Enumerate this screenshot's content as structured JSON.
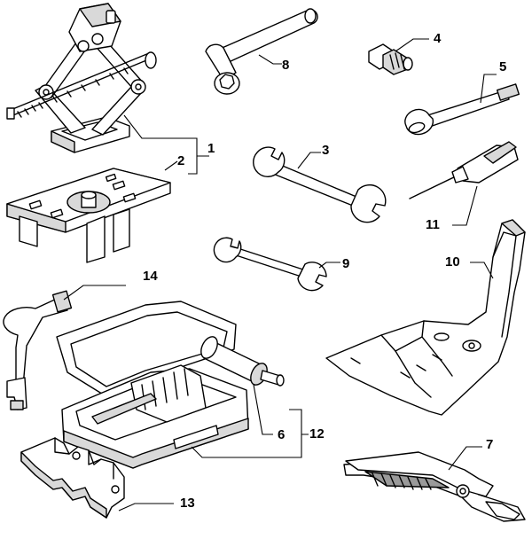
{
  "diagram": {
    "callouts": [
      {
        "id": "1",
        "label": "1"
      },
      {
        "id": "2",
        "label": "2"
      },
      {
        "id": "3",
        "label": "3"
      },
      {
        "id": "4",
        "label": "4"
      },
      {
        "id": "5",
        "label": "5"
      },
      {
        "id": "6",
        "label": "6"
      },
      {
        "id": "7",
        "label": "7"
      },
      {
        "id": "8",
        "label": "8"
      },
      {
        "id": "9",
        "label": "9"
      },
      {
        "id": "10",
        "label": "10"
      },
      {
        "id": "11",
        "label": "11"
      },
      {
        "id": "12",
        "label": "12"
      },
      {
        "id": "13",
        "label": "13"
      },
      {
        "id": "14",
        "label": "14"
      }
    ],
    "parts": [
      {
        "name": "scissor-jack",
        "callout": "1"
      },
      {
        "name": "jack-base-plate",
        "callout": "2"
      },
      {
        "name": "double-open-end-wrench-large",
        "callout": "3"
      },
      {
        "name": "wheel-bolt-adapter",
        "callout": "4"
      },
      {
        "name": "towing-eye",
        "callout": "5"
      },
      {
        "name": "bulb-cylinder",
        "callout": "6"
      },
      {
        "name": "pliers",
        "callout": "7"
      },
      {
        "name": "wheel-brace",
        "callout": "8"
      },
      {
        "name": "double-open-end-wrench-small",
        "callout": "9"
      },
      {
        "name": "tool-bag",
        "callout": "10"
      },
      {
        "name": "screwdriver",
        "callout": "11"
      },
      {
        "name": "tool-case",
        "callout": "12"
      },
      {
        "name": "holder-bracket",
        "callout": "13"
      },
      {
        "name": "strap",
        "callout": "14"
      }
    ]
  }
}
